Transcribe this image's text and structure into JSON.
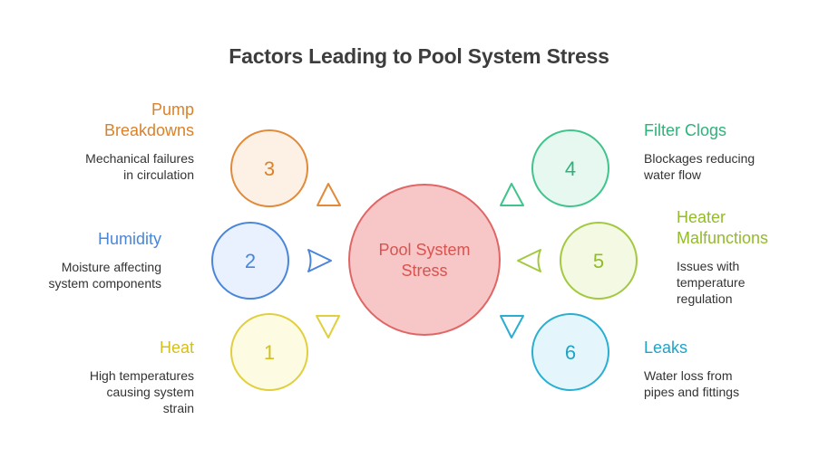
{
  "title": "Factors Leading to Pool System Stress",
  "center": {
    "line1": "Pool System",
    "line2": "Stress",
    "stroke": "#e06666",
    "fill": "#f7c6c6",
    "text": "#d9534f"
  },
  "factors": [
    {
      "num": "1",
      "name": [
        "Heat"
      ],
      "desc": [
        "High temperatures",
        "causing system",
        "strain"
      ],
      "stroke": "#e0cf3e",
      "fill": "#fdfbe2",
      "text": "#d4bf1c"
    },
    {
      "num": "2",
      "name": [
        "Humidity"
      ],
      "desc": [
        "Moisture affecting",
        "system components"
      ],
      "stroke": "#4a86d9",
      "fill": "#e8f1fd",
      "text": "#4a86d9"
    },
    {
      "num": "3",
      "name": [
        "Pump",
        "Breakdowns"
      ],
      "desc": [
        "Mechanical failures",
        "in circulation"
      ],
      "stroke": "#e08a3a",
      "fill": "#fdf1e6",
      "text": "#d9822b"
    },
    {
      "num": "4",
      "name": [
        "Filter Clogs"
      ],
      "desc": [
        "Blockages reducing",
        "water flow"
      ],
      "stroke": "#3fc48c",
      "fill": "#e6f8f0",
      "text": "#2db37a"
    },
    {
      "num": "5",
      "name": [
        "Heater",
        "Malfunctions"
      ],
      "desc": [
        "Issues with",
        "temperature",
        "regulation"
      ],
      "stroke": "#a3c940",
      "fill": "#f3f9e3",
      "text": "#93bb2a"
    },
    {
      "num": "6",
      "name": [
        "Leaks"
      ],
      "desc": [
        "Water loss from",
        "pipes and fittings"
      ],
      "stroke": "#2aaed1",
      "fill": "#e4f6fb",
      "text": "#1fa3c7"
    }
  ]
}
